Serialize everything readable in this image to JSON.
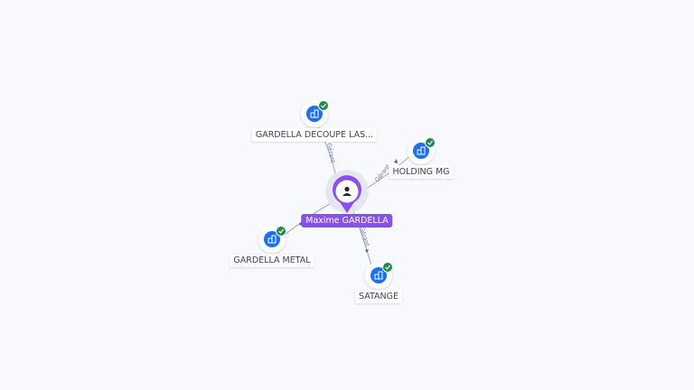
{
  "center": {
    "name": "Maxime GARDELLA",
    "icon": "person-icon"
  },
  "companies": [
    {
      "label": "GARDELLA DECOUPE LAS...",
      "icon": "building-icon",
      "badge": "check-icon"
    },
    {
      "label": "HOLDING MG",
      "icon": "building-icon",
      "badge": "check-icon"
    },
    {
      "label": "GARDELLA METAL",
      "icon": "building-icon",
      "badge": "check-icon"
    },
    {
      "label": "SATANGE",
      "icon": "building-icon",
      "badge": "check-icon"
    }
  ],
  "edges": [
    {
      "label": "Gérant"
    },
    {
      "label": "Gérant"
    },
    {
      "label": ""
    },
    {
      "label": "Gérant"
    }
  ],
  "colors": {
    "background": "#f8f9fd",
    "company_icon": "#1a6ff2",
    "badge": "#1e8a4c",
    "person_accent": "#8a4ff0",
    "edge": "#8a8fb3"
  }
}
